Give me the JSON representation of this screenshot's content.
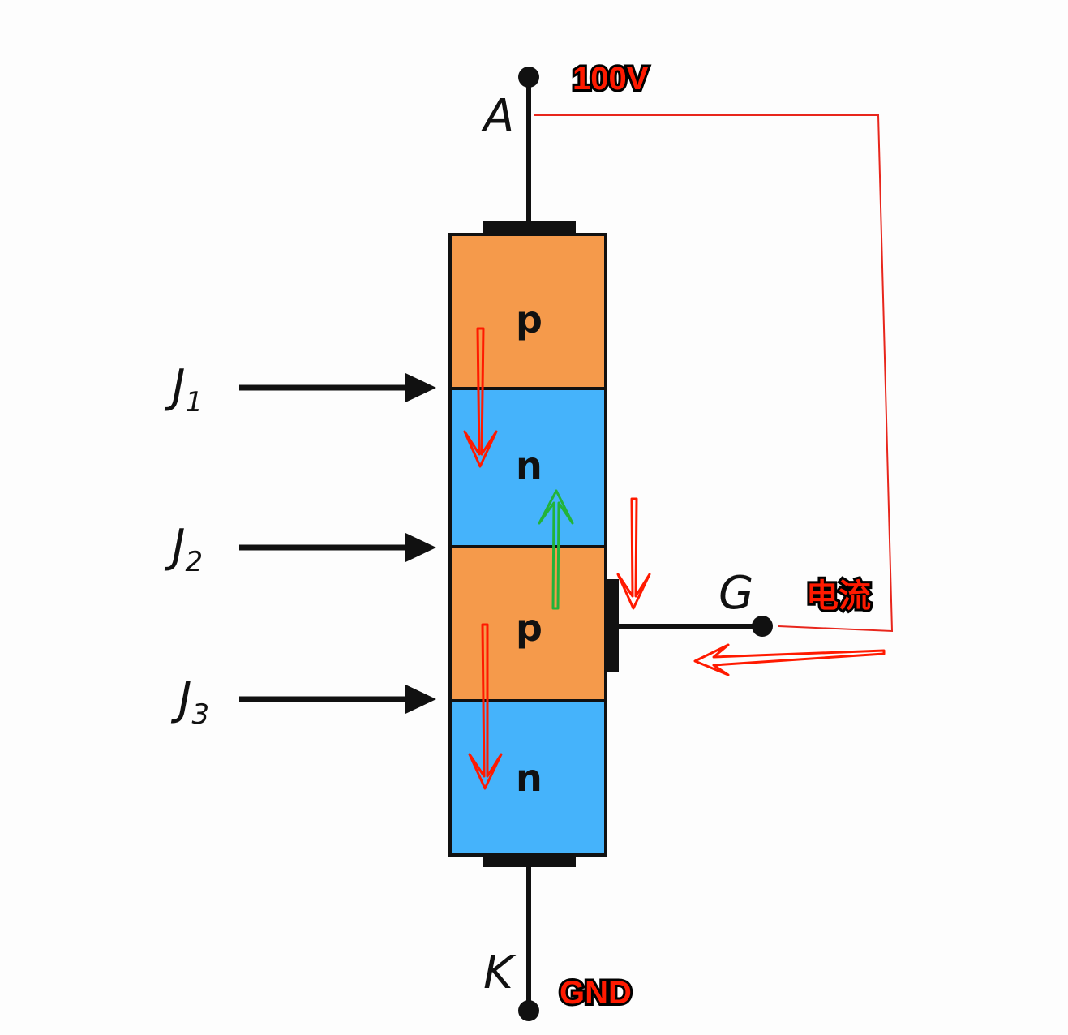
{
  "terminals": {
    "anode": "A",
    "cathode": "K",
    "gate": "G"
  },
  "junctions": [
    {
      "label": "J",
      "sub": "1"
    },
    {
      "label": "J",
      "sub": "2"
    },
    {
      "label": "J",
      "sub": "3"
    }
  ],
  "layers": [
    "p",
    "n",
    "p",
    "n"
  ],
  "annotations": {
    "anode_voltage": "100V",
    "gate_current": "电流",
    "cathode_ground": "GND"
  },
  "colors": {
    "p_layer": "#f59a4b",
    "n_layer": "#45b3fb",
    "annotation": "#ff1a00",
    "green_arrow": "#22b33a"
  }
}
